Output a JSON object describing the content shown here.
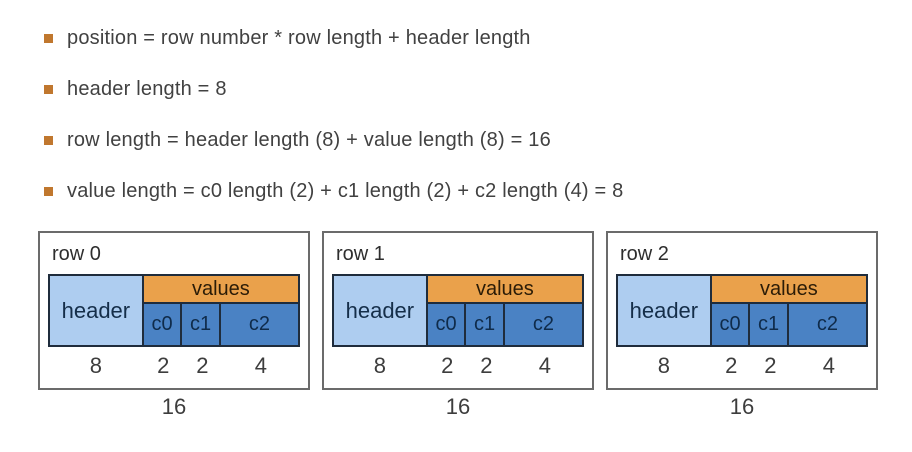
{
  "bullets": [
    "position = row number * row length + header length",
    "header length = 8",
    "row length = header length (8) + value length (8) = 16",
    "value length = c0 length (2) + c1 length (2) + c2 length (4) = 8"
  ],
  "rows": [
    {
      "label": "row 0",
      "header_label": "header",
      "header_length": "8",
      "values_label": "values",
      "cells": [
        {
          "label": "c0",
          "length": "2"
        },
        {
          "label": "c1",
          "length": "2"
        },
        {
          "label": "c2",
          "length": "4"
        }
      ],
      "total": "16"
    },
    {
      "label": "row 1",
      "header_label": "header",
      "header_length": "8",
      "values_label": "values",
      "cells": [
        {
          "label": "c0",
          "length": "2"
        },
        {
          "label": "c1",
          "length": "2"
        },
        {
          "label": "c2",
          "length": "4"
        }
      ],
      "total": "16"
    },
    {
      "label": "row 2",
      "header_label": "header",
      "header_length": "8",
      "values_label": "values",
      "cells": [
        {
          "label": "c0",
          "length": "2"
        },
        {
          "label": "c1",
          "length": "2"
        },
        {
          "label": "c2",
          "length": "4"
        }
      ],
      "total": "16"
    }
  ],
  "colors": {
    "bullet_square": "#c0772e",
    "header_cell_fill": "#aecdf0",
    "values_bar_fill": "#eaa14b",
    "value_cell_fill": "#4a82c4",
    "cell_border": "#1f2c3c",
    "box_border": "#6b6b6b",
    "text": "#414141"
  }
}
